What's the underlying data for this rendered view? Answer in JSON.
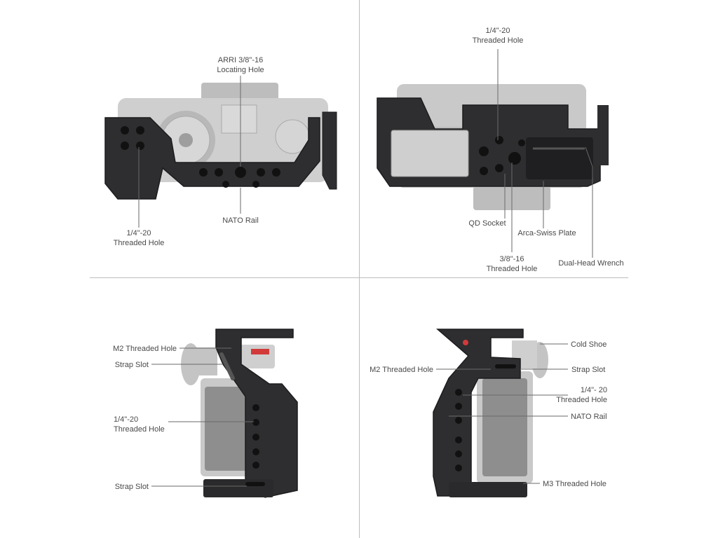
{
  "panels": {
    "top_left": {
      "labels": {
        "arri_line1": "ARRI 3/8\"-16",
        "arri_line2": "Locating Hole",
        "nato": "NATO Rail",
        "quarter_line1": "1/4\"-20",
        "quarter_line2": "Threaded Hole"
      }
    },
    "top_right": {
      "labels": {
        "quarter_line1": "1/4\"-20",
        "quarter_line2": "Threaded Hole",
        "qd": "QD Socket",
        "arca": "Arca-Swiss Plate",
        "three8_line1": "3/8\"-16",
        "three8_line2": "Threaded Hole",
        "wrench": "Dual-Head Wrench"
      }
    },
    "bottom_left": {
      "labels": {
        "m2": "M2 Threaded Hole",
        "strap1": "Strap Slot",
        "quarter_line1": "1/4\"-20",
        "quarter_line2": "Threaded Hole",
        "strap2": "Strap Slot"
      }
    },
    "bottom_right": {
      "labels": {
        "cold_shoe": "Cold Shoe",
        "m2": "M2 Threaded Hole",
        "strap": "Strap Slot",
        "quarter_line1": "1/4\"- 20",
        "quarter_line2": "Threaded Hole",
        "nato": "NATO Rail",
        "m3": "M3 Threaded Hole"
      }
    }
  },
  "colors": {
    "cage": "#2e2e30",
    "cage_edge": "#1c1c1e",
    "camera_silver": "#c9c9c9",
    "camera_gray": "#9a9a9a",
    "leather": "#8e8e8e",
    "accent_red": "#d23a3a",
    "leader": "#6a6a6a"
  }
}
